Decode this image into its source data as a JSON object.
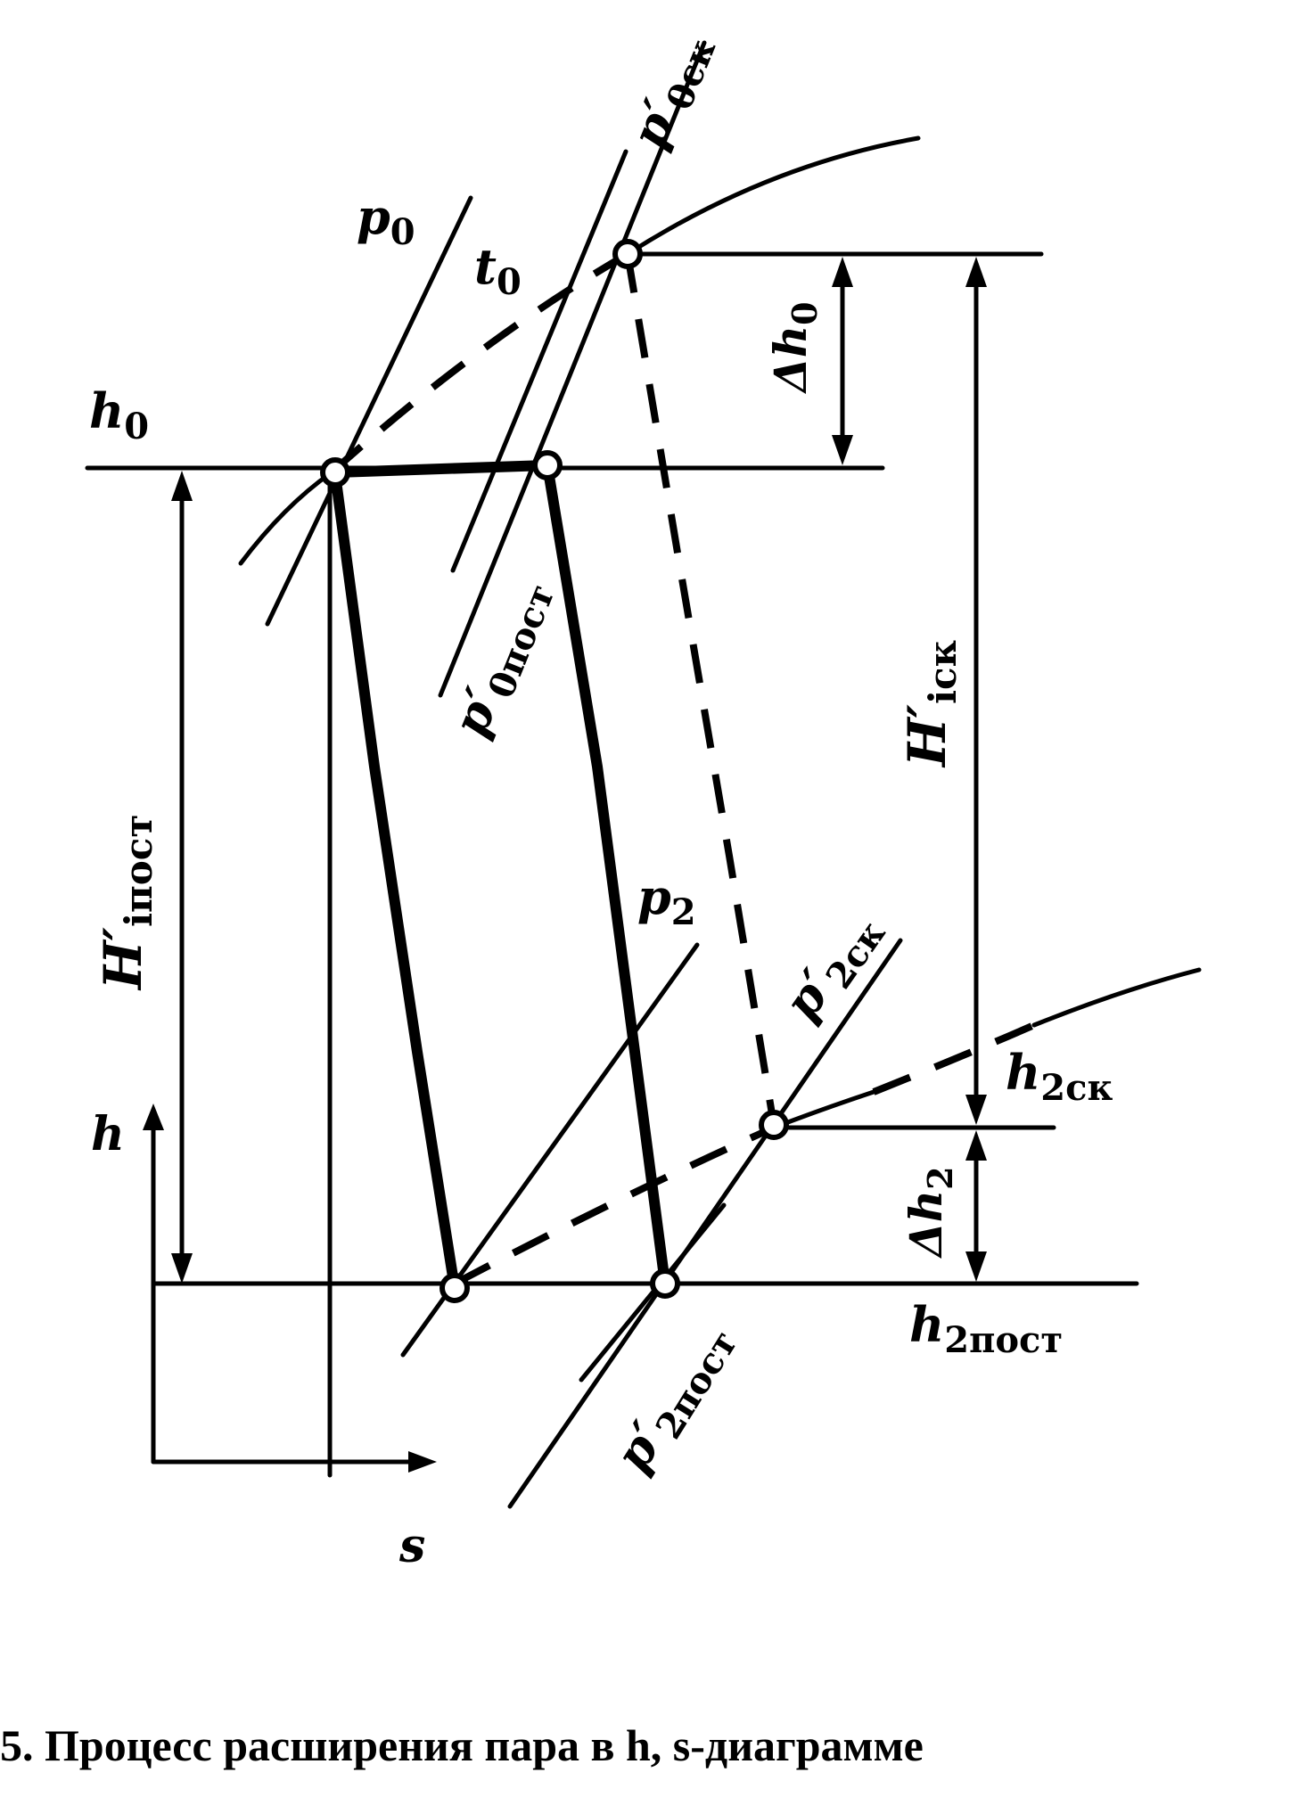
{
  "diagram": {
    "axes": {
      "vertical": "h",
      "horizontal": "s"
    },
    "isobars": {
      "p0": {
        "base": "p",
        "sub": "0"
      },
      "p0_sk": {
        "base": "p′",
        "sub": "0ск"
      },
      "p0_post": {
        "base": "p′",
        "sub": "0пост"
      },
      "p2": {
        "base": "p",
        "sub": "2"
      },
      "p2_sk": {
        "base": "p′",
        "sub": "2ск"
      },
      "p2_post": {
        "base": "p′",
        "sub": "2пост"
      }
    },
    "isotherm": {
      "t0": {
        "base": "t",
        "sub": "0"
      }
    },
    "enthalpy_levels": {
      "h0": {
        "base": "h",
        "sub": "0"
      },
      "h2_sk": {
        "base": "h",
        "sub": "2ск"
      },
      "h2_post": {
        "base": "h",
        "sub": "2пост"
      }
    },
    "differences": {
      "dh0": {
        "base": "Δh",
        "sub": "0"
      },
      "dh2": {
        "base": "Δh",
        "sub": "2"
      }
    },
    "heat_drops": {
      "Hi_post": {
        "base": "H′",
        "sub": "iпост"
      },
      "Hi_sk": {
        "base": "H′",
        "sub": "iск"
      }
    }
  },
  "caption": "5. Процесс расширения пара в h, s-диаграмме"
}
